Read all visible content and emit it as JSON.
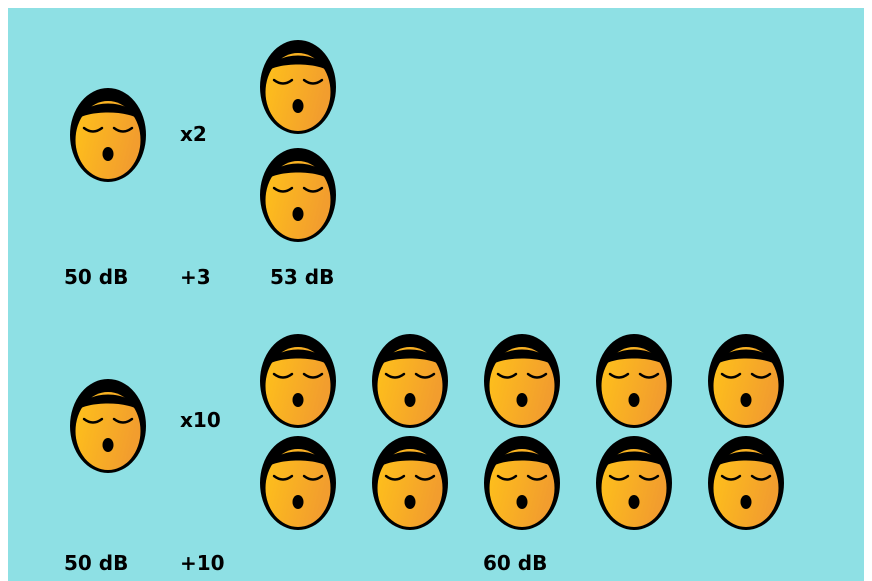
{
  "colors": {
    "background": "#8ee0e4",
    "face_light": "#ffc21a",
    "face_dark": "#f29d2e",
    "outline": "#000000"
  },
  "icon": "singing-face-icon",
  "top_row": {
    "left_level": "50 dB",
    "multiplier": "x2",
    "increase": "+3",
    "right_level": "53 dB",
    "singers_left": 1,
    "singers_right": 2
  },
  "bottom_row": {
    "left_level": "50 dB",
    "multiplier": "x10",
    "increase": "+10",
    "right_level": "60 dB",
    "singers_left": 1,
    "singers_right": 10
  }
}
